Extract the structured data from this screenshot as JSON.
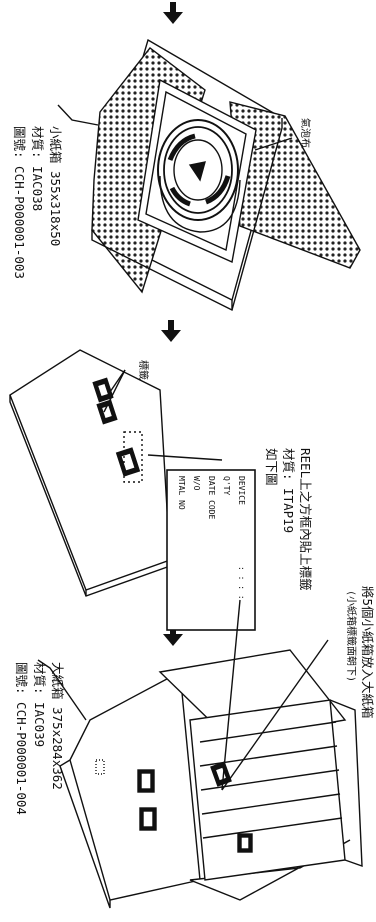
{
  "step1": {
    "bubble_label": "氣泡布",
    "box_name": "小紙箱  355x318x50",
    "box_material": "材質: IAC038",
    "box_part_no": "圖號: CCH-P000001-003"
  },
  "step2": {
    "label_callout": "標籤",
    "reel_label_text": "REEL上之方框內貼上標籤",
    "label_material": "材質: ITAP19",
    "label_fig_ref": "如下圖",
    "label_fields": [
      "DEVICE",
      "Q'TY",
      "DATE CODE",
      "W/O",
      "MTAL NO"
    ]
  },
  "step3": {
    "note_line1": "將5個小紙箱放入大紙箱",
    "note_line2": "(小紙箱標籤面朝下)",
    "box_name": "大紙箱  375x284x362",
    "box_material": "材質: IAC039",
    "box_part_no": "圖號: CCH-P000001-004"
  }
}
